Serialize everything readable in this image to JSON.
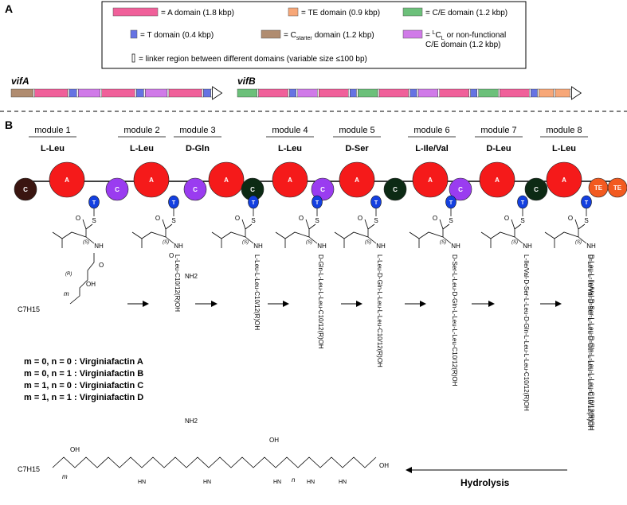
{
  "panel_a": {
    "label": "A",
    "legend": [
      {
        "text": "= A domain (1.8 kbp)",
        "color": "#f0609a"
      },
      {
        "text": "= TE domain (0.9 kbp)",
        "color": "#f7a778"
      },
      {
        "text": "= C/E domain (1.2 kbp)",
        "color": "#6cc07a"
      },
      {
        "text": "= T domain (0.4 kbp)",
        "color": "#6673e3"
      },
      {
        "text": "domain (1.2 kbp)",
        "color": "#b08c70"
      },
      {
        "text": "or non-functional",
        "color": "#d07ae8"
      }
    ],
    "legend_cstarter_prefix": "= C",
    "legend_cstarter_sub": "starter",
    "legend_lcl_prefix": "= ",
    "legend_lcl_sup": "L",
    "legend_lcl_main": "C",
    "legend_lcl_sub": "L",
    "legend_lcl_line2": "C/E domain (1.2 kbp)",
    "legend_linker": "= linker region between different domains (variable size ≤100 bp)",
    "gene1": "vifA",
    "gene2": "vifB"
  },
  "panel_b": {
    "label": "B",
    "modules": [
      {
        "name": "module 1",
        "aa": "L-Leu"
      },
      {
        "name": "module 2",
        "aa": "L-Leu"
      },
      {
        "name": "module 3",
        "aa": "D-Gln"
      },
      {
        "name": "module 4",
        "aa": "L-Leu"
      },
      {
        "name": "module 5",
        "aa": "D-Ser"
      },
      {
        "name": "module 6",
        "aa": "L-Ile/Val"
      },
      {
        "name": "module 7",
        "aa": "D-Leu"
      },
      {
        "name": "module 8",
        "aa": "L-Leu"
      }
    ],
    "domain_letters": {
      "c": "C",
      "a": "A",
      "t": "T",
      "te": "TE"
    },
    "chem": {
      "s": "S",
      "o": "O",
      "nh": "NH",
      "oh": "OH",
      "nh2": "NH2",
      "config_s": "(S)",
      "config_r": "(R)",
      "m": "m",
      "n": "n",
      "c7h15": "C7H15",
      "hn": "HN"
    },
    "chains": [
      "L-Leu-C10/12(R)OH",
      "L-Leu-L-Leu-C10/12(R)OH",
      "D-Gln-L-Leu-L-Leu-C10/12(R)OH",
      "L-Leu-D-Gln-L-Leu-L-Leu-C10/12(R)OH",
      "D-Ser-L-Leu-D-Gln-L-Leu-L-Leu-C10/12(R)OH",
      "L-Ile/Val-D-Ser-L-Leu-D-Gln-L-Leu-L-Leu-C10/12(R)OH",
      "D-Leu-L-Ile/Val-D-Ser-L-Leu-D-Gln-L-Leu-L-Leu-C10/12(R)OH"
    ],
    "variants": [
      "m = 0, n = 0 : Virginiafactin A",
      "m = 0, n = 1 : Virginiafactin B",
      "m = 1, n = 0 : Virginiafactin C",
      "m = 1, n = 1 : Virginiafactin D"
    ],
    "hydrolysis": "Hydrolysis"
  }
}
